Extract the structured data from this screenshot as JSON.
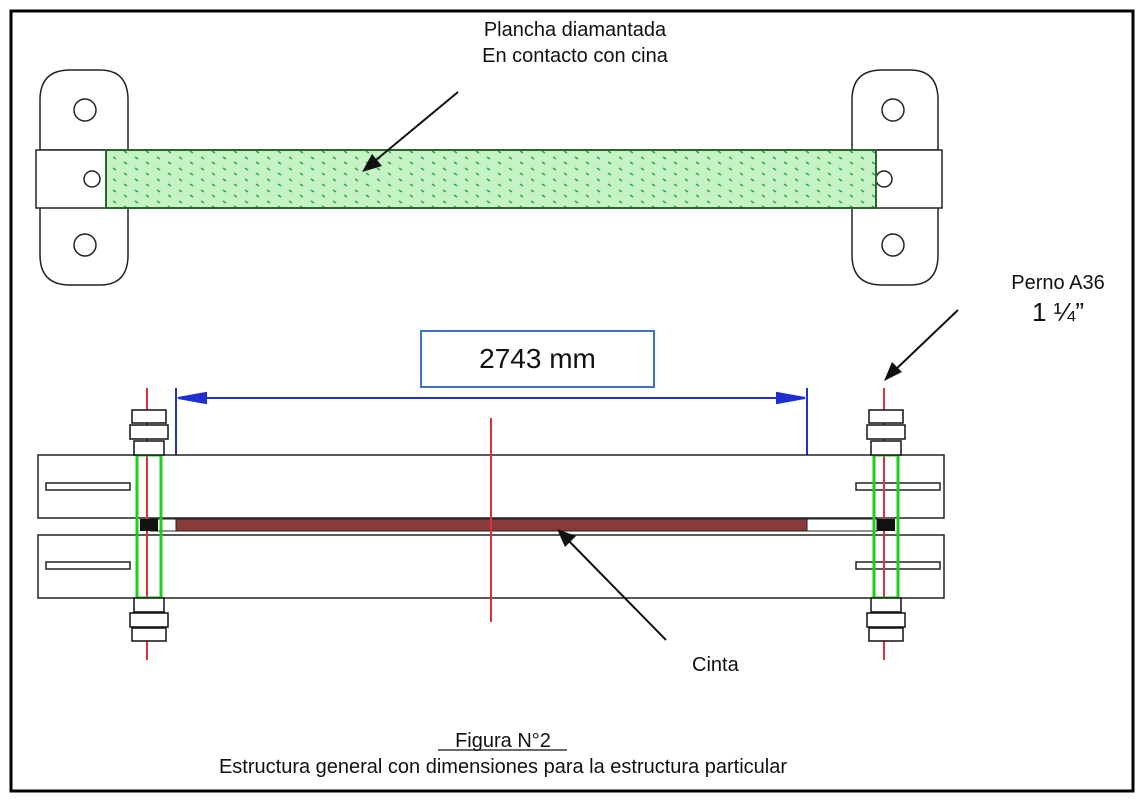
{
  "labels": {
    "plate": {
      "line1": "Plancha diamantada",
      "line2": "En contacto con cina"
    },
    "dimension": "2743 mm",
    "bolt": {
      "line1": "Perno A36",
      "line2": "1 ¼”"
    },
    "tape": "Cinta",
    "caption": {
      "title": "Figura N°2",
      "subtitle": "Estructura general con dimensiones para la estructura particular"
    }
  },
  "colors": {
    "plate_fill": "#c6f3c6",
    "plate_dots": "#2fa84f",
    "tape": "#8b3a3a",
    "dimension_line": "#1f2fd0",
    "box_border": "#4472c4",
    "centerline": "#e0313a",
    "bolt_green": "#1ccf1c"
  }
}
